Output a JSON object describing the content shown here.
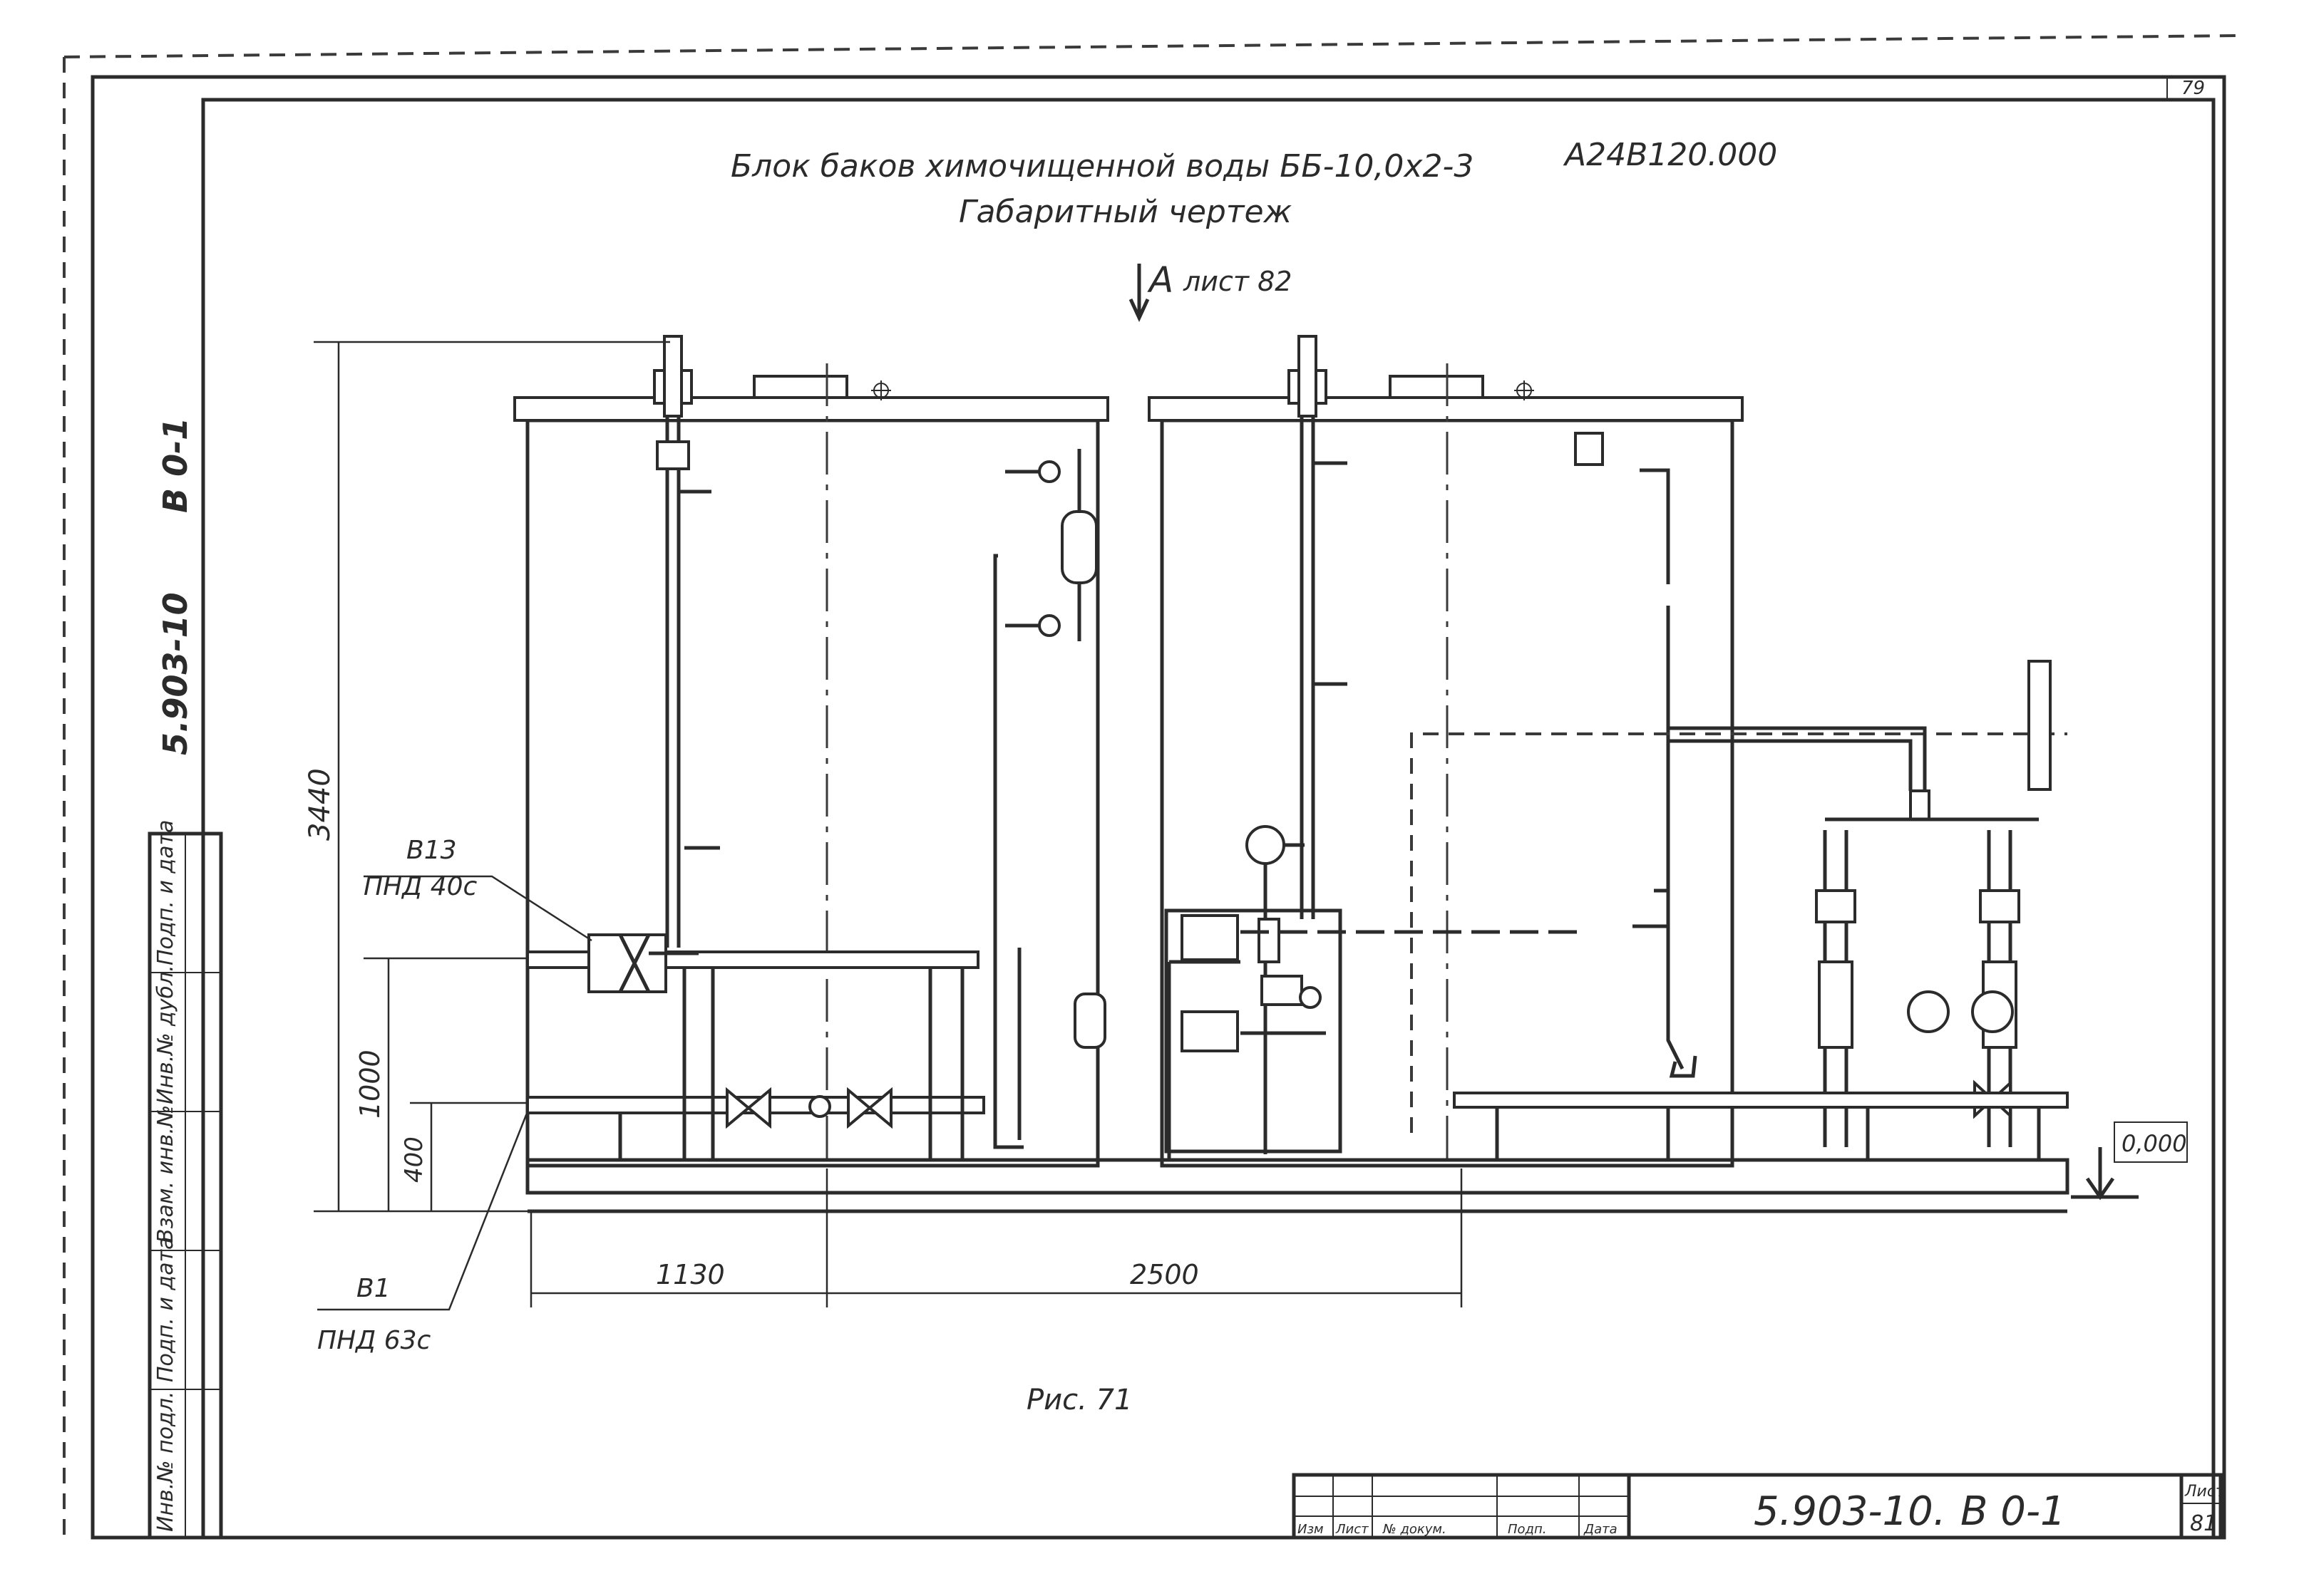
{
  "sheet": {
    "title_line1_name": "Блок баков химочищенной воды ББ-10,0х2-3",
    "title_line1_code": "А24В120.000",
    "title_line2": "Габаритный чертеж",
    "view_marker": "А",
    "view_ref": "лист 82",
    "figure_caption": "Рис. 71",
    "corner_number": "79"
  },
  "side_stamp": {
    "code": "5.903-10",
    "sheet_code": "В 0-1",
    "fields": [
      "Подп. и дата",
      "Инв.№ дубл.",
      "Взам. инв.№",
      "Подп. и дата",
      "Инв.№ подл."
    ]
  },
  "title_block": {
    "document": "5.903-10.",
    "sheet_code": "В 0-1",
    "sheet_label": "Лист",
    "sheet_number": "81",
    "columns": [
      "Изм",
      "Лист",
      "№ докум.",
      "Подп.",
      "Дата"
    ]
  },
  "dimensions": {
    "overall_height": "3440",
    "height_1000": "1000",
    "height_400": "400",
    "width_1130": "1130",
    "width_2500": "2500",
    "level_mark": "0,000"
  },
  "callouts": {
    "upper_pipe_code": "В13",
    "upper_pipe_spec": "ПНД 40с",
    "lower_pipe_code": "В1",
    "lower_pipe_spec": "ПНД 63с"
  }
}
